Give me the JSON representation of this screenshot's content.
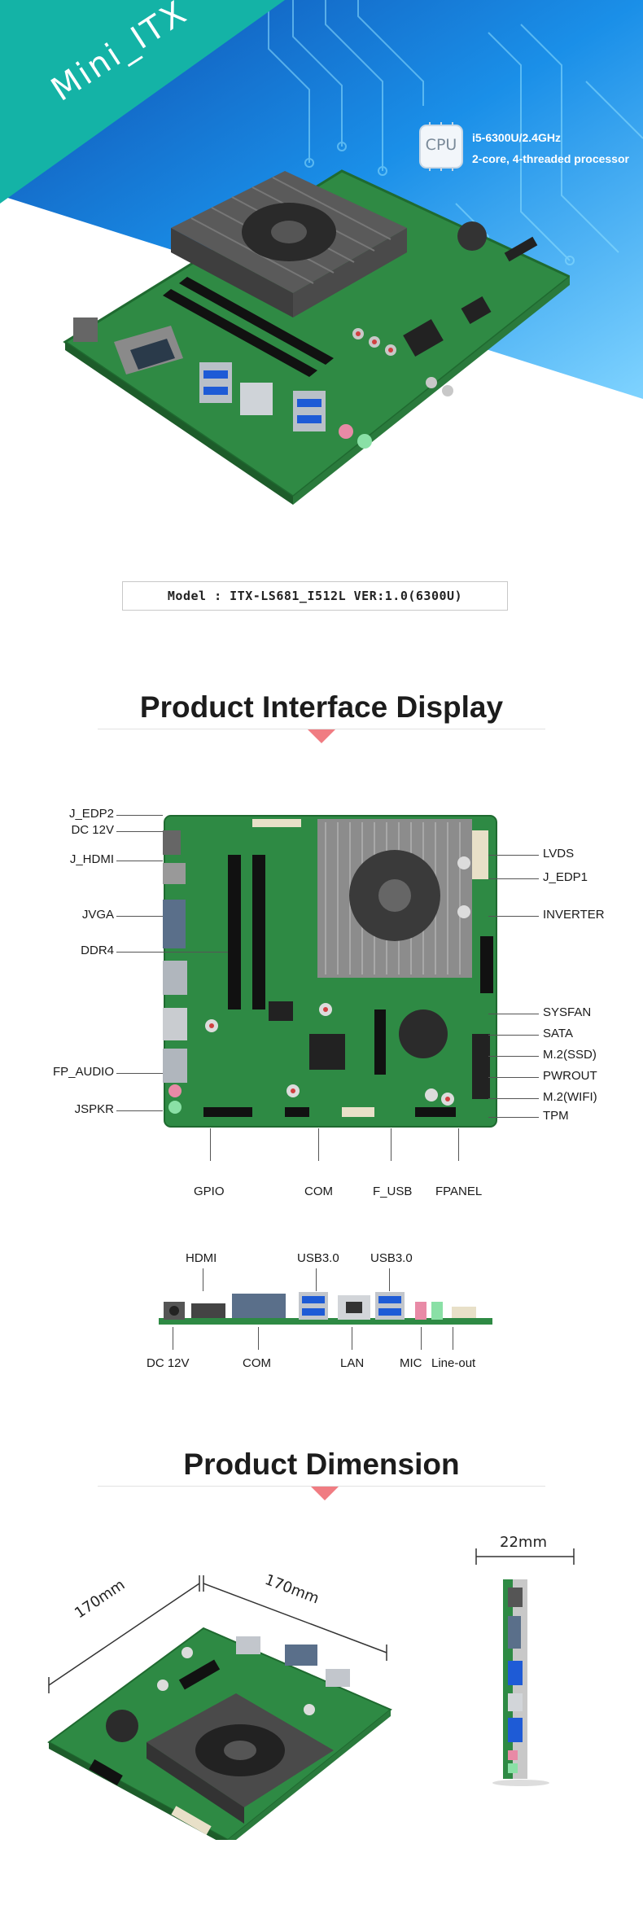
{
  "hero": {
    "ribbon_text": "Mini_ITX",
    "cpu_badge": "CPU",
    "cpu_line1": "i5-6300U/2.4GHz",
    "cpu_line2": "2-core, 4-threaded processor",
    "accent_teal": "#14b3a6",
    "accent_blue": "#1e88e5"
  },
  "model": {
    "text": "Model : ITX-LS681_I512L VER:1.0(6300U)"
  },
  "interface": {
    "title": "Product Interface Display",
    "labels_left": [
      "J_EDP2",
      "DC 12V",
      "J_HDMI",
      "JVGA",
      "DDR4",
      "FP_AUDIO",
      "JSPKR"
    ],
    "labels_right": [
      "LVDS",
      "J_EDP1",
      "INVERTER",
      "SYSFAN",
      "SATA",
      "M.2(SSD)",
      "PWROUT",
      "M.2(WIFI)",
      "TPM"
    ],
    "labels_bottom": [
      "GPIO",
      "COM",
      "F_USB",
      "FPANEL"
    ]
  },
  "io_panel": {
    "labels_top": [
      "HDMI",
      "USB3.0",
      "USB3.0"
    ],
    "labels_bottom": [
      "DC 12V",
      "COM",
      "LAN",
      "MIC",
      "Line-out"
    ]
  },
  "dimension": {
    "title": "Product Dimension",
    "width_label": "170mm",
    "depth_label": "170mm",
    "thickness_label": "22mm"
  },
  "colors": {
    "arrow": "#f07c82",
    "pcb": "#2f8a44",
    "heatsink": "#8c8c8c"
  }
}
